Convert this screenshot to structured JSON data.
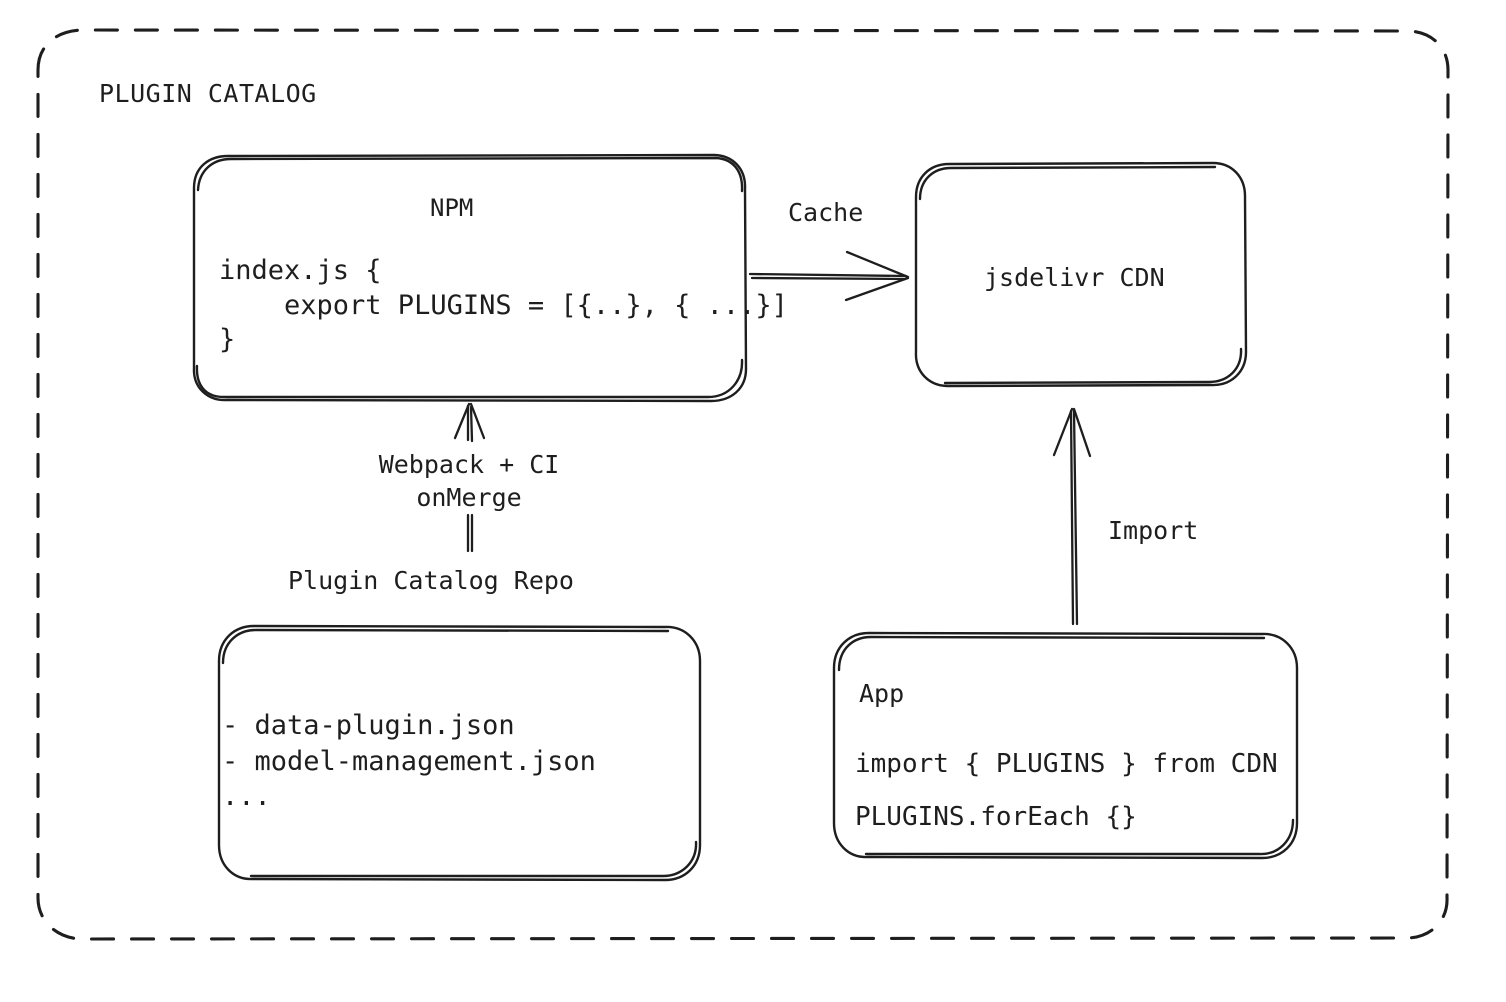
{
  "diagram": {
    "type": "architecture-flow",
    "group": {
      "title": "PLUGIN CATALOG",
      "border_style": "dashed",
      "stroke_color": "#1e1e1e"
    },
    "nodes": [
      {
        "id": "npm",
        "title": "NPM",
        "code_lines": [
          "index.js {",
          "    export PLUGINS = [{..}, { ...}]",
          "}"
        ]
      },
      {
        "id": "cdn",
        "title": "jsdelivr CDN"
      },
      {
        "id": "repo",
        "caption": "Plugin Catalog Repo",
        "list_lines": [
          "- data-plugin.json",
          "- model-management.json",
          "..."
        ]
      },
      {
        "id": "app",
        "title": "App",
        "code_line_1": "import { PLUGINS } from CDN",
        "code_line_2": "PLUGINS.forEach {}"
      }
    ],
    "edges": [
      {
        "id": "npm-to-cdn",
        "label": "Cache",
        "from": "npm",
        "to": "cdn",
        "direction": "right"
      },
      {
        "id": "repo-to-npm",
        "label_line_1": "Webpack + CI",
        "label_line_2": "onMerge",
        "from": "repo",
        "to": "npm",
        "direction": "up"
      },
      {
        "id": "app-to-cdn",
        "label": "Import",
        "from": "app",
        "to": "cdn",
        "direction": "up"
      }
    ]
  }
}
